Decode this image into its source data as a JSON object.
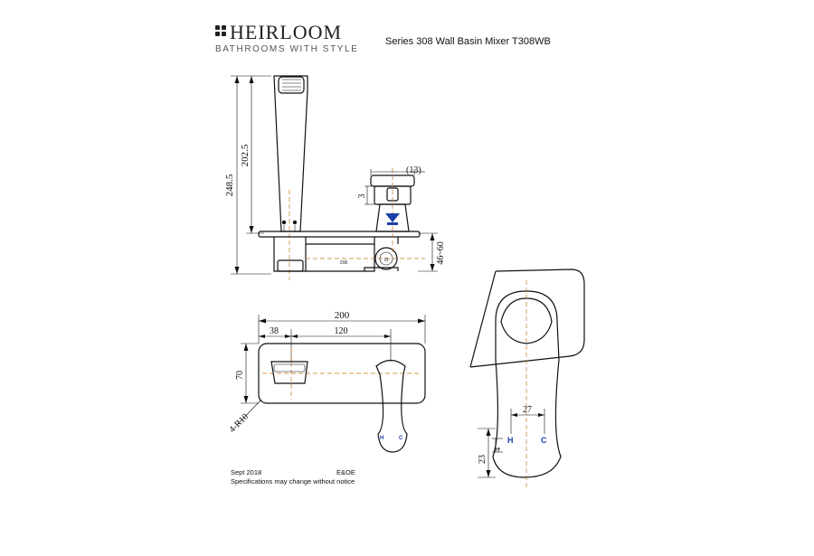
{
  "brand": {
    "name": "HEIRLOOM",
    "tagline": "BATHROOMS WITH STYLE"
  },
  "title": "Series 308 Wall Basin Mixer T308WB",
  "footer": {
    "date": "Sept 2018",
    "note": "Specifications may change without notice",
    "eoe": "E&OE"
  },
  "side_view": {
    "dim_total_height": "248.5",
    "dim_spout_height": "202.5",
    "dim_screw": "3",
    "dim_cap": "(13)",
    "dim_depth": "46~60",
    "label_dr": "DR"
  },
  "front_view": {
    "dim_width": "200",
    "dim_offset": "38",
    "dim_spacing": "120",
    "dim_height": "70",
    "dim_corner": "4-R10",
    "label_hot": "H",
    "label_cold": "C"
  },
  "handle_view": {
    "dim_handle_width": "27",
    "dim_small": "4",
    "dim_bottom": "23",
    "label_hot": "H",
    "label_cold": "C"
  },
  "colors": {
    "line": "#111111",
    "centerline": "#c9741a",
    "hot_cold_marks": "#1a3fa8"
  }
}
